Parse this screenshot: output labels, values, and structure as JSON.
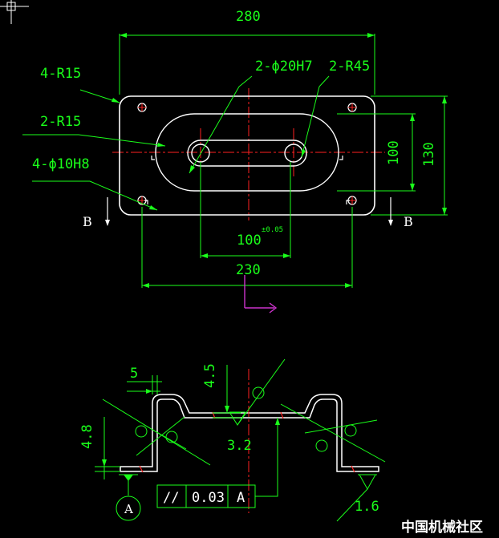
{
  "colors": {
    "background": "#000000",
    "outline": "#ffffff",
    "dimension": "#1aff1a",
    "centerline": "#ff2020",
    "ucs": "#cc33cc"
  },
  "top_view": {
    "overall_length": "280",
    "overall_width": "130",
    "slot_width": "100",
    "slot_spacing": "100",
    "slot_tolerance": "±0.05",
    "hole_spacing": "230",
    "corner_radius_note": "4-R15",
    "slot_end_radius_note": "2-R15",
    "small_holes_note": "4-ϕ10H8",
    "bores_note": "2-ϕ20H7",
    "slot_radius_note": "2-R45",
    "section_label_left": "B",
    "section_label_right": "B"
  },
  "section_view": {
    "flange_thickness": "5",
    "web_thickness": "4.5",
    "flange_height": "4.8",
    "roughness_center": "3.2",
    "roughness_right": "1.6",
    "tolerance_symbol": "//",
    "tolerance_value": "0.03",
    "datum_ref": "A",
    "datum_label": "A"
  },
  "watermark": "中国机械社区"
}
